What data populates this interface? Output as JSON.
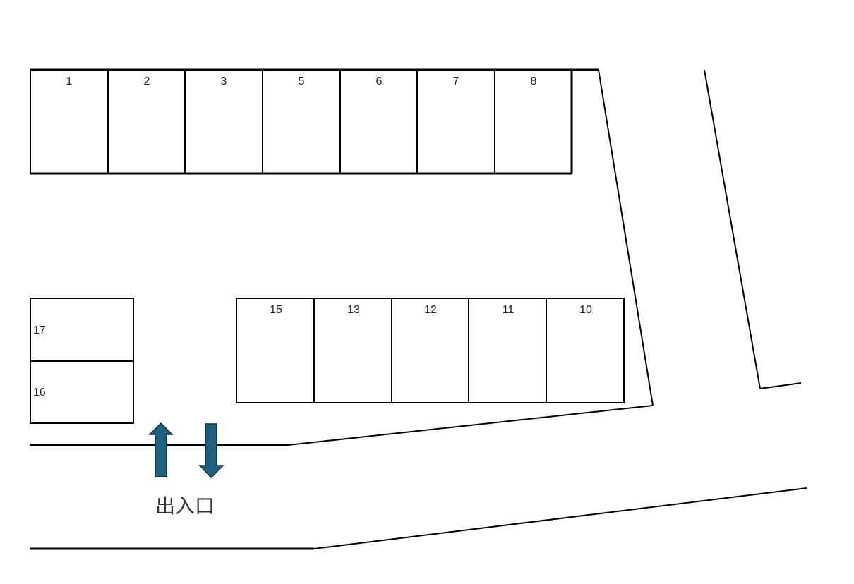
{
  "parking_lot": {
    "top_row": [
      "1",
      "2",
      "3",
      "5",
      "6",
      "7",
      "8"
    ],
    "middle_row": [
      "15",
      "13",
      "12",
      "11",
      "10"
    ],
    "left_column": [
      "17",
      "16"
    ]
  },
  "entrance": {
    "label": "出入口",
    "arrow_color": "#1f5f7f"
  }
}
